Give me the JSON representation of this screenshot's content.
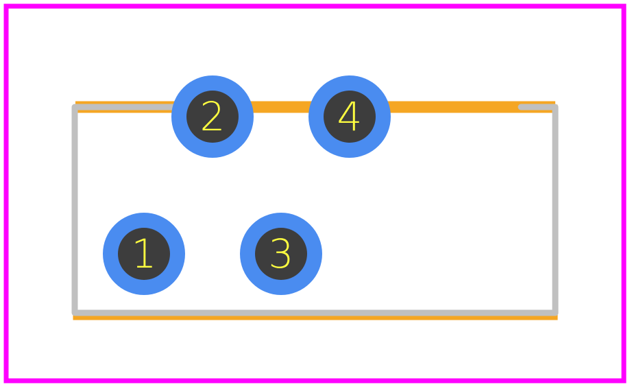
{
  "colors": {
    "background": "#ffffff",
    "courtyard": "#ff00ff",
    "assembly_outline": "#f5a623",
    "silkscreen": "#c0c0c0",
    "pad_ring": "#4a8cf0",
    "pad_hole": "#3d3d3d",
    "pad_label": "#ffff40"
  },
  "pads": [
    {
      "number": "1",
      "row": "bottom",
      "position": 1
    },
    {
      "number": "2",
      "row": "top",
      "position": 2
    },
    {
      "number": "3",
      "row": "bottom",
      "position": 3
    },
    {
      "number": "4",
      "row": "top",
      "position": 4
    }
  ]
}
